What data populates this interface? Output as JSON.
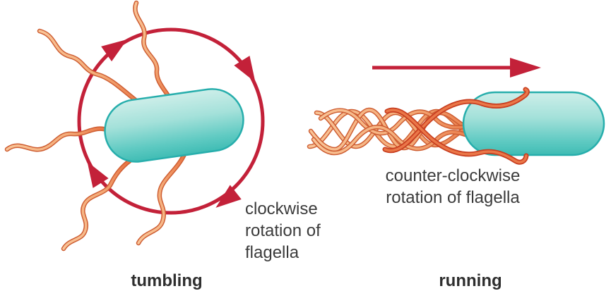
{
  "panels": {
    "tumbling": {
      "caption": "tumbling",
      "annotation_lines": [
        "clockwise",
        "rotation of",
        "flagella"
      ]
    },
    "running": {
      "caption": "running",
      "annotation_lines": [
        "counter-clockwise",
        "rotation of flagella"
      ]
    }
  },
  "graphics": {
    "left": [
      "clockwise-circle-arrow",
      "bacterium-cell",
      "spread-flagella"
    ],
    "right": [
      "direction-arrow",
      "bacterium-cell",
      "flagella-bundle"
    ]
  },
  "colors": {
    "arrow_red": "#C32139",
    "text": "#3B3B3B",
    "cell_outline": "#27AEAC",
    "cell_top": "#CDEEE9",
    "cell_mid": "#A4E1DA",
    "cell_low": "#5FCAC2",
    "cell_bottom": "#3FBCB4",
    "flagella_light": "#F9C497",
    "flagella_mid": "#F4AC79",
    "flagella_dark": "#E8703F",
    "flagella_outline": "#CE5E33",
    "flagella_dark_fill": "#EA7748",
    "flagella_dark_outline": "#C83E20",
    "background": "#FFFFFF"
  }
}
